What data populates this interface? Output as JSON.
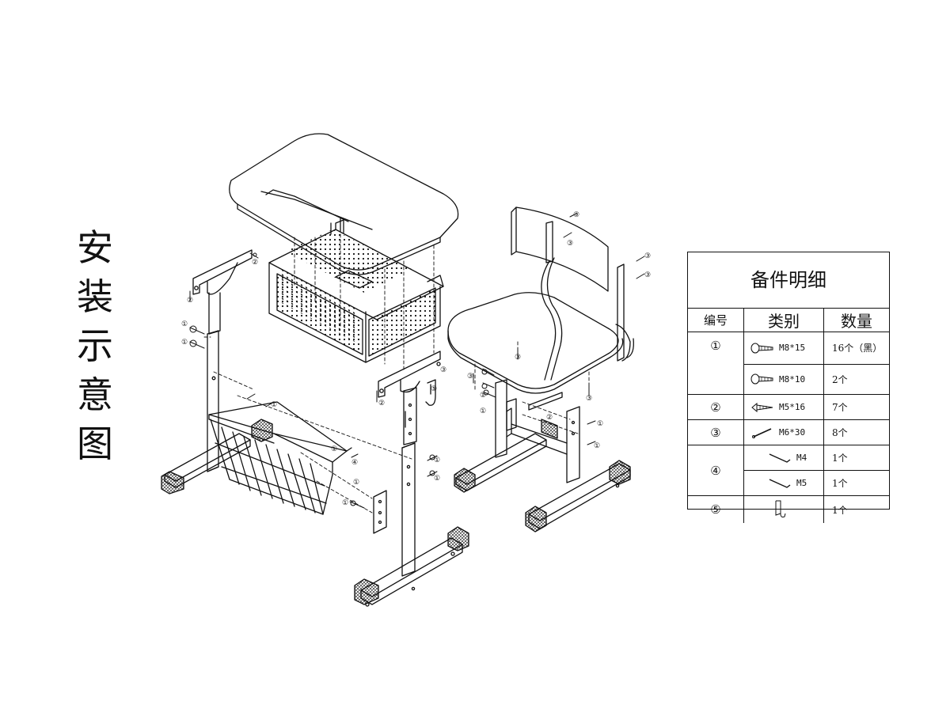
{
  "side_title": [
    "安",
    "装",
    "示",
    "意",
    "图"
  ],
  "parts_table": {
    "title": "备件明细",
    "headers": [
      "编号",
      "类别",
      "数量"
    ],
    "rows": [
      {
        "num": "①",
        "icon": "bolt-icon",
        "spec": "M8*15",
        "qty": "16个（黑）"
      },
      {
        "num": "",
        "icon": "bolt-icon",
        "spec": "M8*10",
        "qty": "2个"
      },
      {
        "num": "②",
        "icon": "wood-screw-icon",
        "spec": "M5*16",
        "qty": "7个"
      },
      {
        "num": "③",
        "icon": "long-screw-icon",
        "spec": "M6*30",
        "qty": "8个"
      },
      {
        "num": "④",
        "icon": "hex-key-icon",
        "spec": "M4",
        "qty": "1个"
      },
      {
        "num": "",
        "icon": "hex-key-icon",
        "spec": "M5",
        "qty": "1个"
      },
      {
        "num": "⑤",
        "icon": "hook-icon",
        "spec": "",
        "qty": "1个"
      }
    ]
  },
  "callouts": [
    "①",
    "②",
    "③",
    "④",
    "⑤"
  ]
}
